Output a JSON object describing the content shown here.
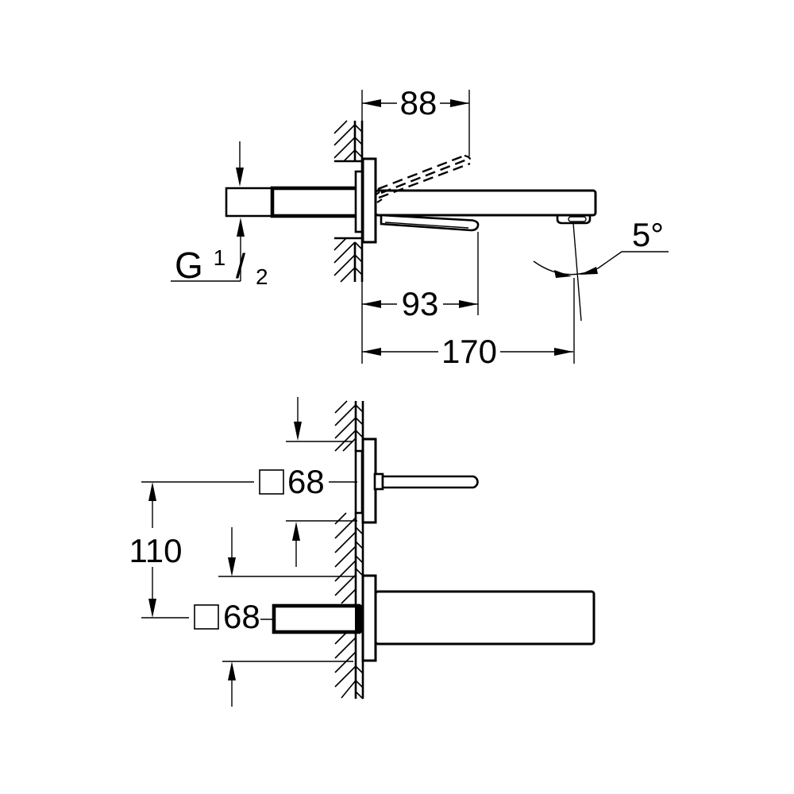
{
  "drawing": {
    "background": "#ffffff",
    "line_color": "#000000",
    "top_view": {
      "dim_wall_to_raised_handle": "88",
      "dim_wall_to_handle_tip": "93",
      "dim_wall_to_spout_outlet": "170",
      "spout_stream_angle": "5°",
      "thread": {
        "g": "G",
        "numerator": "1",
        "slash": "/",
        "denominator": "2"
      }
    },
    "bottom_view": {
      "handle_plate_size": "68",
      "spout_plate_size": "68",
      "dim_center_distance": "110"
    }
  }
}
